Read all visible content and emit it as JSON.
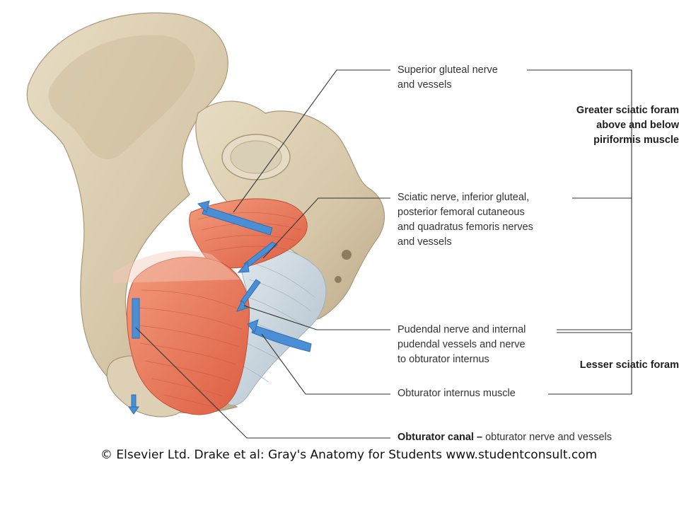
{
  "labels": {
    "superior_gluteal": [
      "Superior gluteal nerve",
      "and vessels"
    ],
    "sciatic": [
      "Sciatic nerve, inferior gluteal,",
      "posterior femoral cutaneous",
      "and quadratus femoris nerves",
      "and vessels"
    ],
    "pudendal": [
      "Pudendal nerve and internal",
      "pudendal vessels and nerve",
      "to obturator internus"
    ],
    "obturator_internus": "Obturator internus muscle",
    "obturator_canal": {
      "term": "Obturator canal –",
      "description": " obturator nerve and vessels"
    }
  },
  "groups": {
    "greater_sciatic": [
      "Greater sciatic foram",
      "above and below",
      "piriformis muscle"
    ],
    "lesser_sciatic": "Lesser sciatic foram"
  },
  "credit": "© Elsevier Ltd. Drake et al: Gray's Anatomy for Students www.studentconsult.com",
  "colors": {
    "bone": "#d9ccb0",
    "bone_shadow": "#b9a888",
    "muscle": "#e8785a",
    "ligament": "#c9d6df",
    "vessel_arrow": "#4a8fd6",
    "leader_line": "#333333"
  }
}
